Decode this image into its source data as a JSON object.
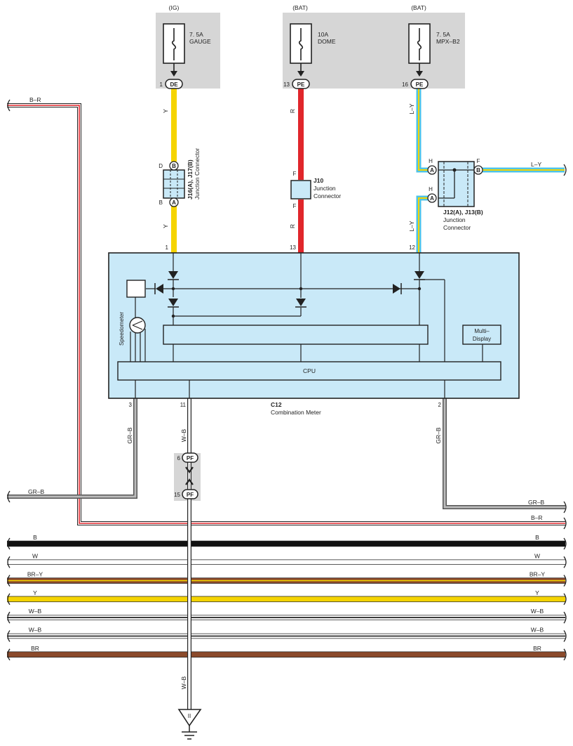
{
  "colors": {
    "yellow": "#f5d400",
    "red": "#e0262b",
    "cyan": "#4fc3e6",
    "brown": "#8b4a2b",
    "brown_alt": "#c77a4a",
    "black": "#111111",
    "gray_wire": "#8a8a8a",
    "box_fill": "#c9e9f8",
    "fuse_bg": "#d6d6d6"
  },
  "fuses": [
    {
      "source": "(IG)",
      "rating": "7. 5A",
      "name": "GAUGE",
      "pin": "1",
      "connector": "DE"
    },
    {
      "source": "(BAT)",
      "rating": "10A",
      "name": "DOME",
      "pin": "13",
      "connector": "PE"
    },
    {
      "source": "(BAT)",
      "rating": "7. 5A",
      "name": "MPX–B2",
      "pin": "16",
      "connector": "PE"
    }
  ],
  "wires": {
    "gauge_upper": "Y",
    "gauge_lower": "Y",
    "dome_upper": "R",
    "dome_lower": "R",
    "mpx_upper": "L–Y",
    "mpx_lower": "L–Y",
    "jc12_out": "L–Y",
    "left_top": "B–R",
    "pin3": "GR–B",
    "pin11_upper": "W–B",
    "pin11_lower": "W–B",
    "pin2": "GR–B"
  },
  "junctions": {
    "j16": {
      "title": "J16(A), J17(B)",
      "subtitle": "Junction Connector",
      "top_pin": "D",
      "top_conn": "B",
      "bottom_pin": "B",
      "bottom_conn": "A"
    },
    "j10": {
      "title": "J10",
      "subtitle": "Junction",
      "subtitle2": "Connector",
      "top_pin": "F",
      "bottom_pin": "F"
    },
    "j12": {
      "title": "J12(A), J13(B)",
      "subtitle": "Junction",
      "subtitle2": "Connector",
      "in1_pin": "H",
      "in1_conn": "A",
      "in2_pin": "H",
      "in2_conn": "A",
      "out_pin": "F",
      "out_conn": "B"
    }
  },
  "meter": {
    "pin_gauge": "1",
    "pin_dome": "13",
    "pin_mpx": "12",
    "pin3": "3",
    "pin11": "11",
    "pin2": "2",
    "code": "C12",
    "name": "Combination Meter",
    "cpu": "CPU",
    "speedometer": "Speedometer",
    "multi_display_1": "Multi–",
    "multi_display_2": "Display"
  },
  "pf": {
    "top_pin": "6",
    "top_conn": "PF",
    "bottom_pin": "15",
    "bottom_conn": "PF"
  },
  "ground": {
    "label": "II"
  },
  "right_labels": {
    "grb": "GR–B",
    "br": "B–R"
  },
  "bus": [
    {
      "label": "B",
      "color": "#111111",
      "stripe": "",
      "width": 7
    },
    {
      "label": "W",
      "color": "#ffffff",
      "stripe": "",
      "width": 6
    },
    {
      "label": "BR–Y",
      "color": "#8b4a2b",
      "stripe": "#f5d400",
      "width": 7
    },
    {
      "label": "Y",
      "color": "#f5d400",
      "stripe": "",
      "width": 7
    },
    {
      "label": "W–B",
      "color": "#ffffff",
      "stripe": "#111111",
      "width": 6
    },
    {
      "label": "W–B",
      "color": "#ffffff",
      "stripe": "#111111",
      "width": 6
    },
    {
      "label": "BR",
      "color": "#8b4a2b",
      "stripe": "",
      "width": 7
    }
  ]
}
